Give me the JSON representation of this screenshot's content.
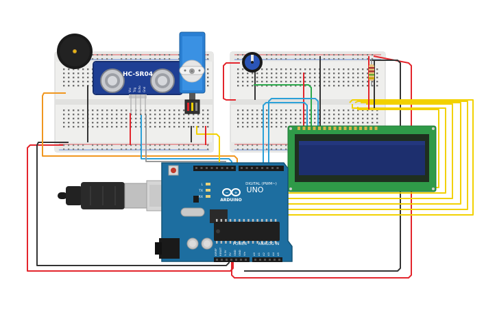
{
  "sensor": {
    "model": "HC-SR04",
    "pins": [
      "Vcc",
      "Trig",
      "Echo",
      "Gnd"
    ],
    "icon": "ultrasonic-sensor-icon"
  },
  "arduino": {
    "brand": "ARDUINO",
    "model": "UNO",
    "header_digital": "DIGITAL (PWM~)",
    "header_power": "POWER",
    "header_analog": "ANALOG IN",
    "leds": [
      "L",
      "TX",
      "RX"
    ],
    "power_pins": [
      "IOREF",
      "RESET",
      "3.3V",
      "5V",
      "GND",
      "GND",
      "Vin"
    ],
    "analog_pins": [
      "A0",
      "A1",
      "A2",
      "A3",
      "A4",
      "A5"
    ],
    "icon": "arduino-infinity-logo-icon"
  },
  "lcd": {
    "rows": 2,
    "cols": 16,
    "backlight_color": "#1d2f6e"
  },
  "parts": {
    "buzzer": "buzzer-icon",
    "servo": "servo-icon",
    "potentiometer": "potentiometer-icon",
    "resistor": "resistor-icon",
    "usb": "usb-cable-icon"
  },
  "colors": {
    "wire_red": "#e3242b",
    "wire_black": "#333333",
    "wire_yellow": "#f2d100",
    "wire_orange": "#f0961e",
    "wire_blue": "#2aa0d8",
    "wire_green": "#2aa84a",
    "board_blue": "#1d6ea0",
    "breadboard": "#efefed"
  }
}
